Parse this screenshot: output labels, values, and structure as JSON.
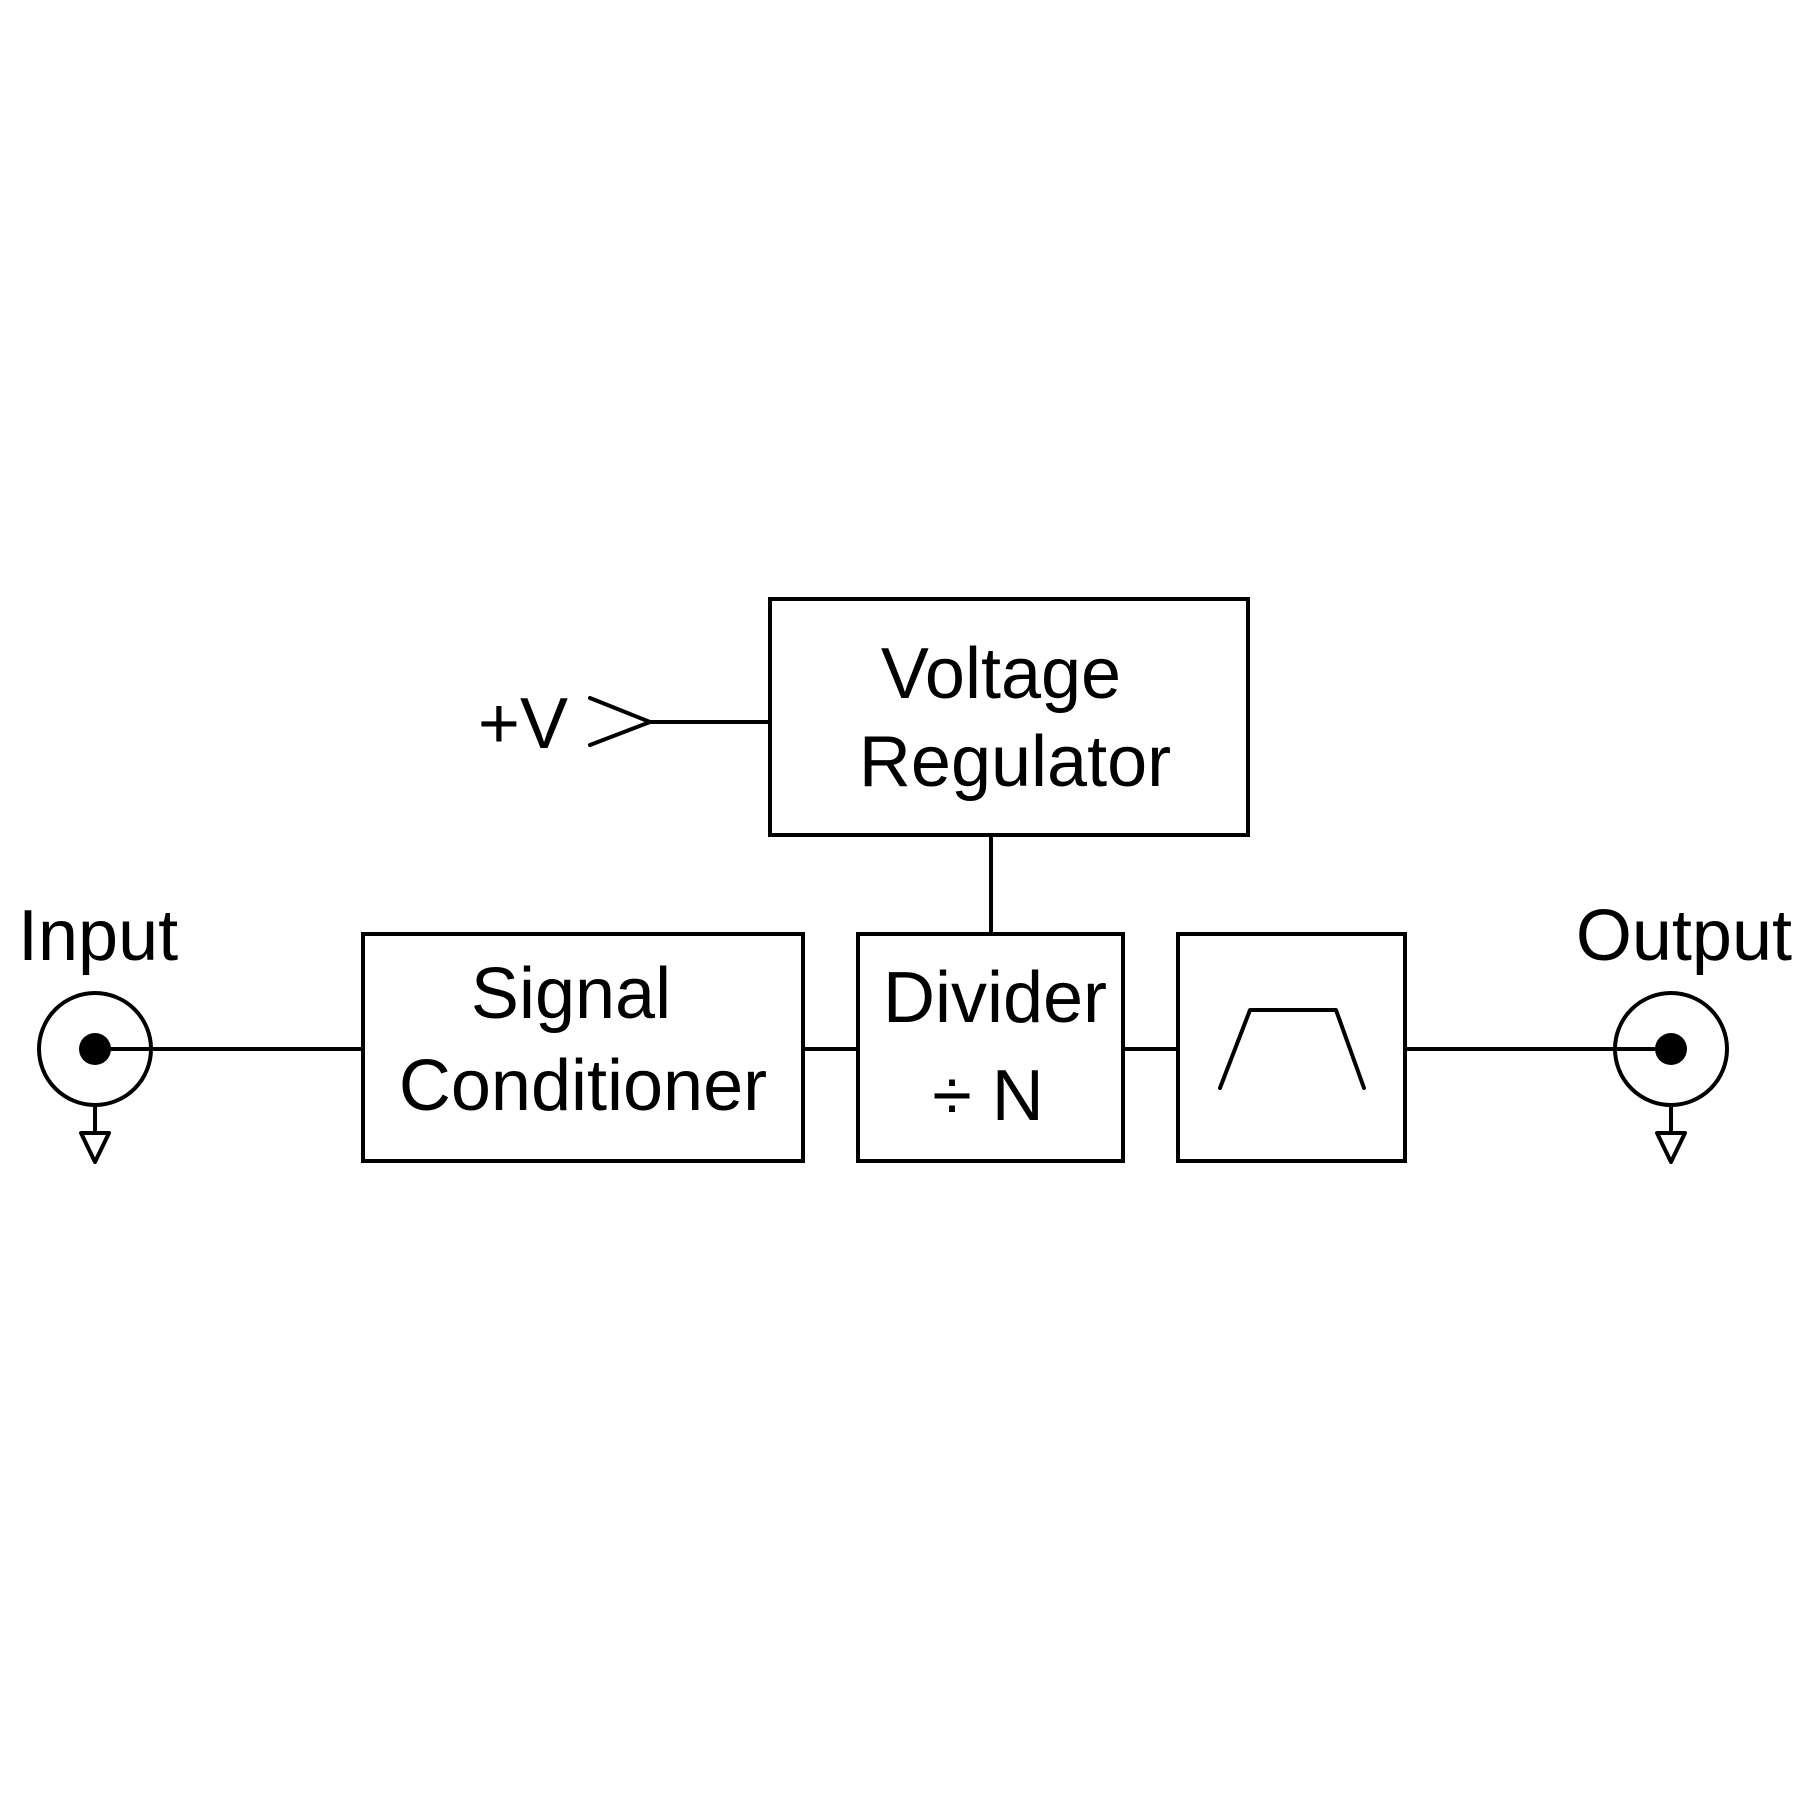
{
  "blocks": {
    "voltage_regulator": {
      "line1": "Voltage",
      "line2": "Regulator"
    },
    "signal_conditioner": {
      "line1": "Signal",
      "line2": "Conditioner"
    },
    "divider": {
      "line1": "Divider",
      "line2": "÷ N"
    },
    "filter": {
      "icon": "bandpass-filter-icon"
    }
  },
  "labels": {
    "input": "Input",
    "output": "Output",
    "supply": "+V"
  },
  "icons": {
    "connectors": "bnc-connector-icon",
    "ground": "ground-icon",
    "supply_arrow": "supply-arrow-icon"
  }
}
